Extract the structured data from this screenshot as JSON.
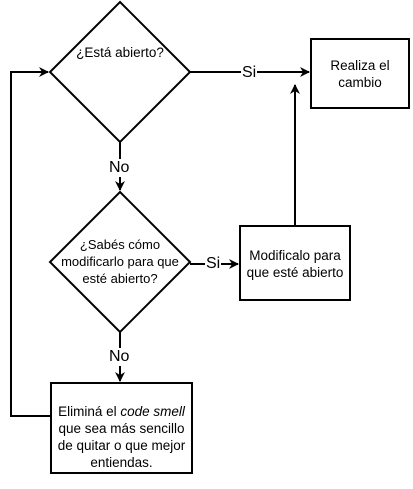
{
  "nodes": {
    "q1": {
      "text": "¿Está abierto?"
    },
    "q2": {
      "line1": "¿Sabés cómo",
      "line2": "modificarlo para que",
      "line3": "esté abierto?"
    },
    "change": {
      "line1": "Realiza el",
      "line2": "cambio"
    },
    "modify": {
      "line1": "Modificalo para",
      "line2": "que esté abierto"
    },
    "remove": {
      "pre": "Eliminá el ",
      "italic": "code smell",
      "line2": "que sea más sencillo",
      "line3": "de quitar o que mejor",
      "line4": "entiendas."
    }
  },
  "edges": {
    "q1_yes": "Si",
    "q1_no": "No",
    "q2_yes": "Si",
    "q2_no": "No"
  },
  "colors": {
    "stroke": "#000000",
    "fill": "#ffffff"
  }
}
